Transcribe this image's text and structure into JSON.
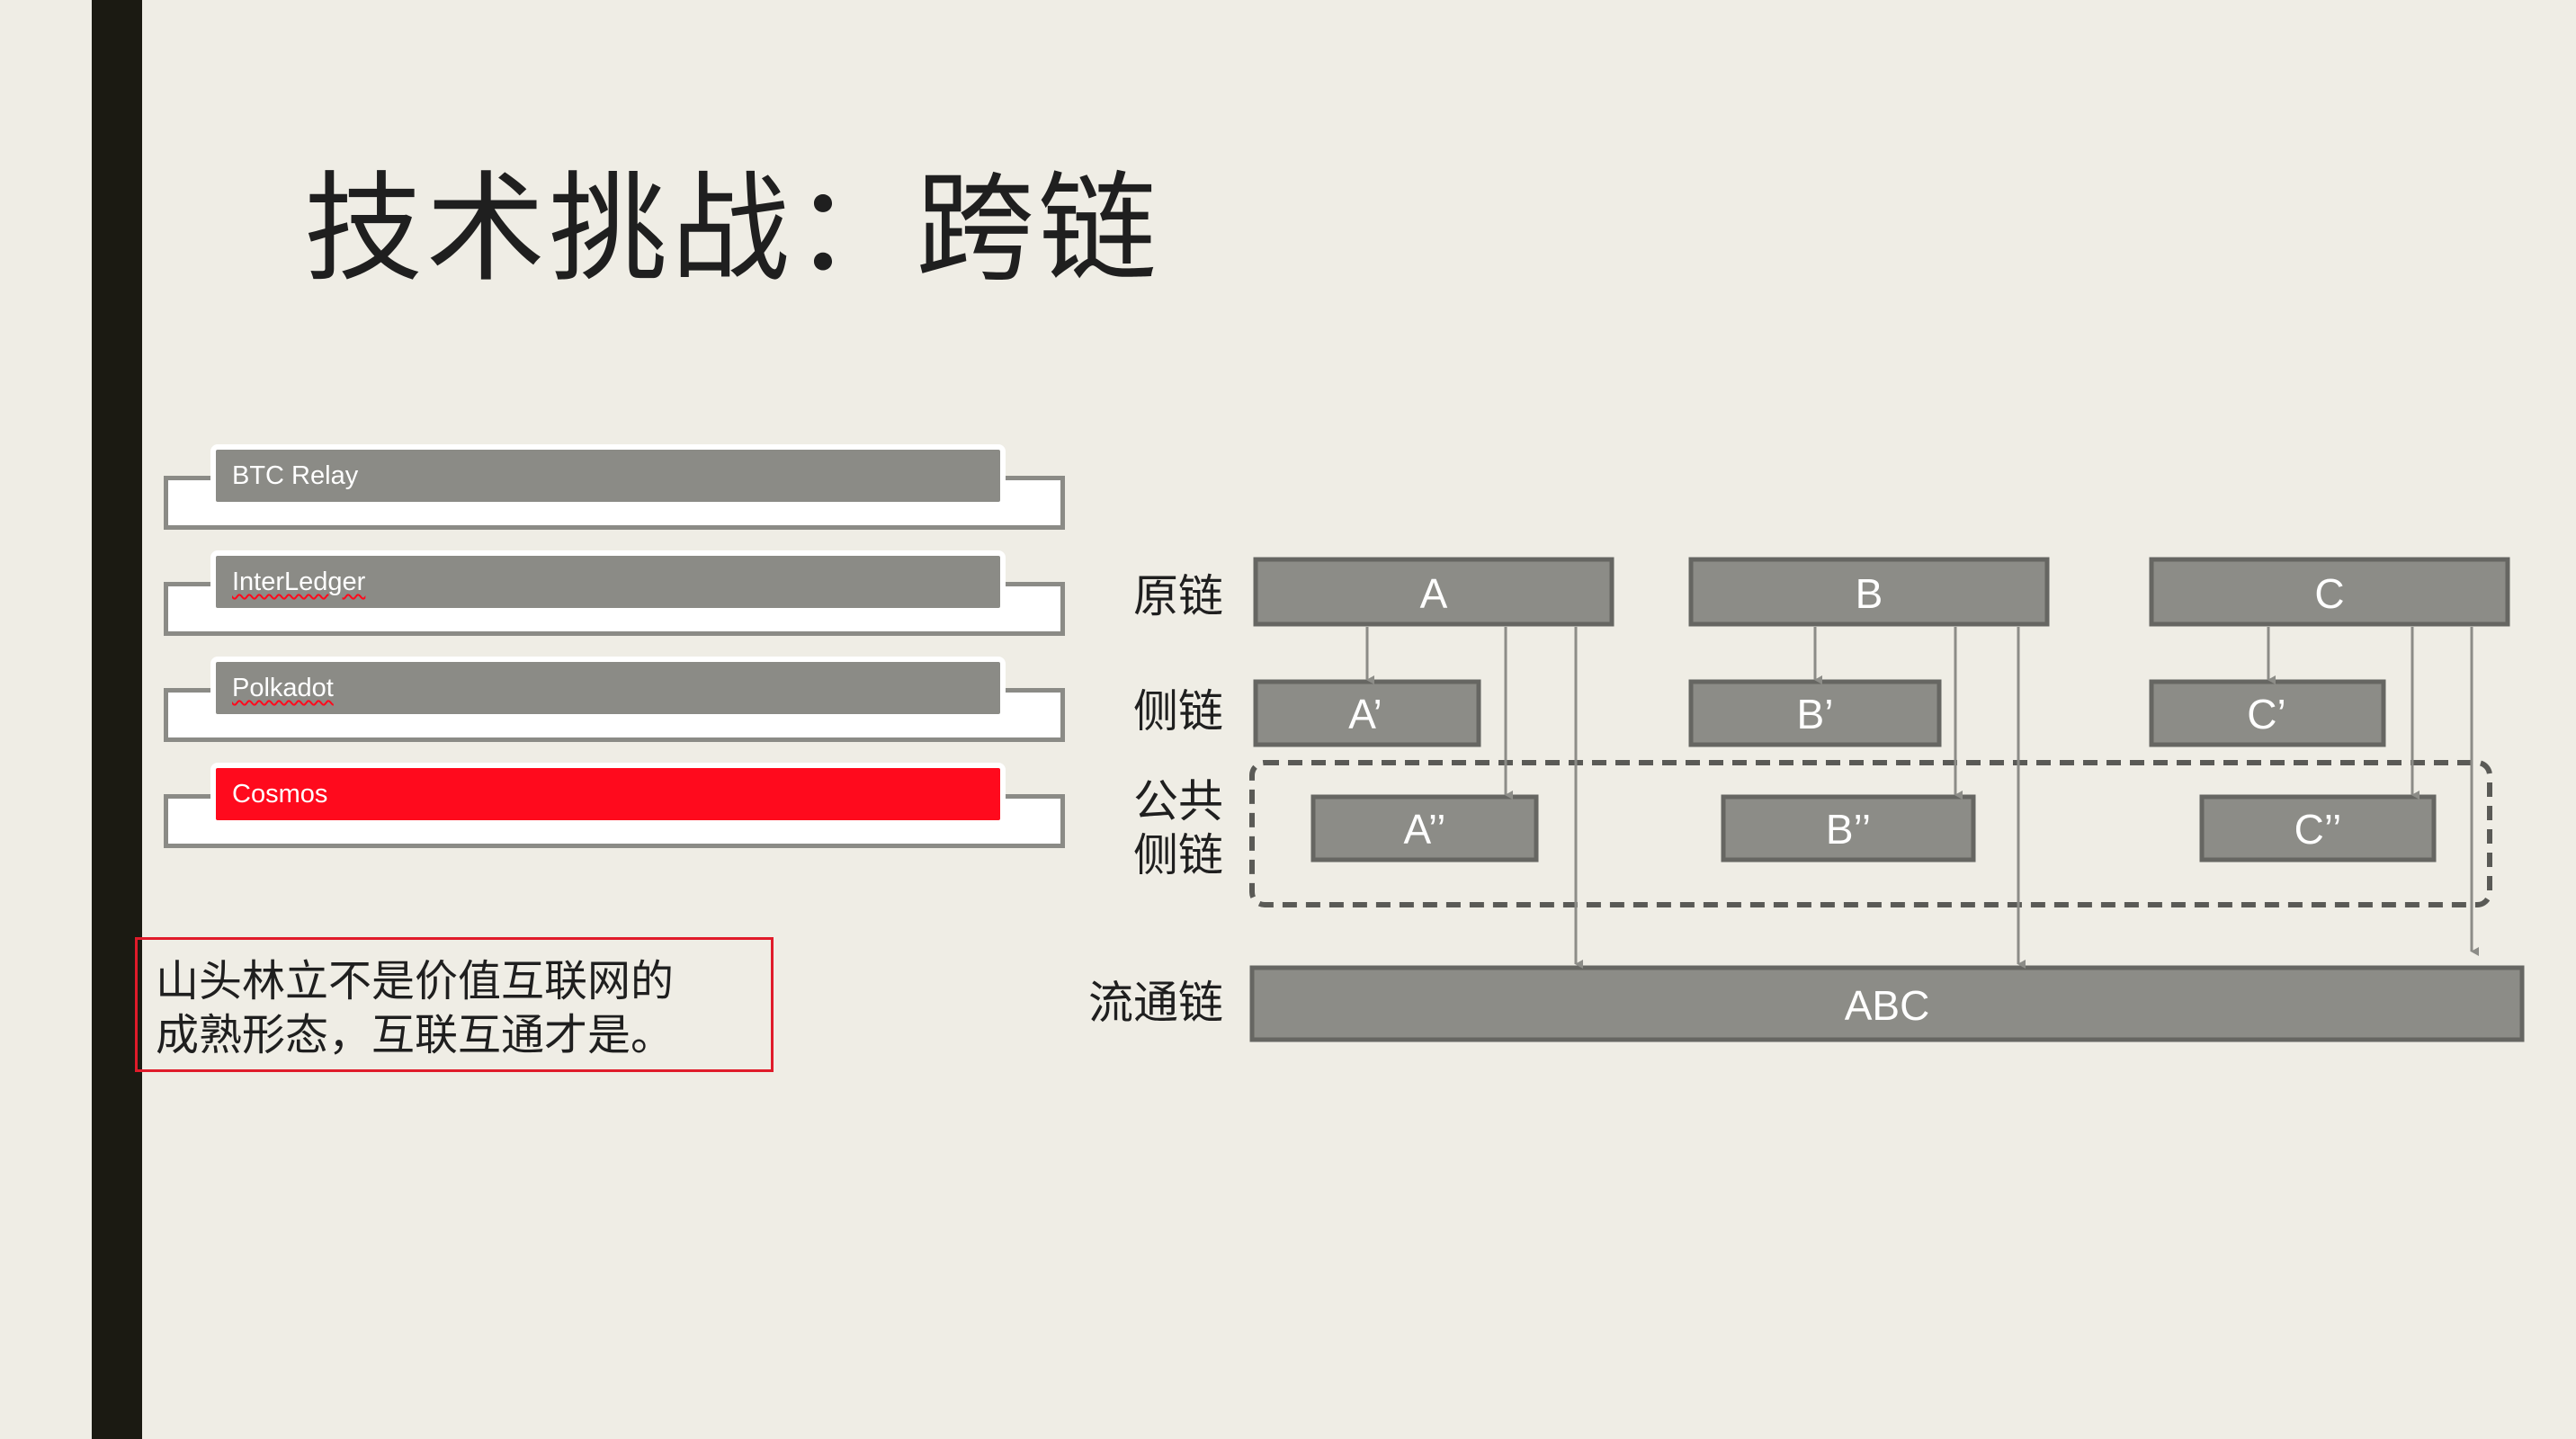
{
  "slide": {
    "title": "技术挑战：跨链"
  },
  "list": {
    "items": [
      {
        "label": "BTC Relay"
      },
      {
        "label": "InterLedger"
      },
      {
        "label": "Polkadot"
      },
      {
        "label": "Cosmos"
      }
    ],
    "highlight_color": "#ff0a1d"
  },
  "note": {
    "line1": "山头林立不是价值互联网的",
    "line2": "成熟形态，互联互通才是。"
  },
  "diagram": {
    "row_labels": {
      "original": "原链",
      "side": "侧链",
      "public_side_line1": "公共",
      "public_side_line2": "侧链",
      "circulation": "流通链"
    },
    "chains": {
      "original": [
        "A",
        "B",
        "C"
      ],
      "side": [
        "A’",
        "B’",
        "C’"
      ],
      "public_side": [
        "A’’",
        "B’’",
        "C’’"
      ],
      "circulation": "ABC"
    },
    "box_color": "#8c8c87",
    "box_border": "#666662"
  }
}
